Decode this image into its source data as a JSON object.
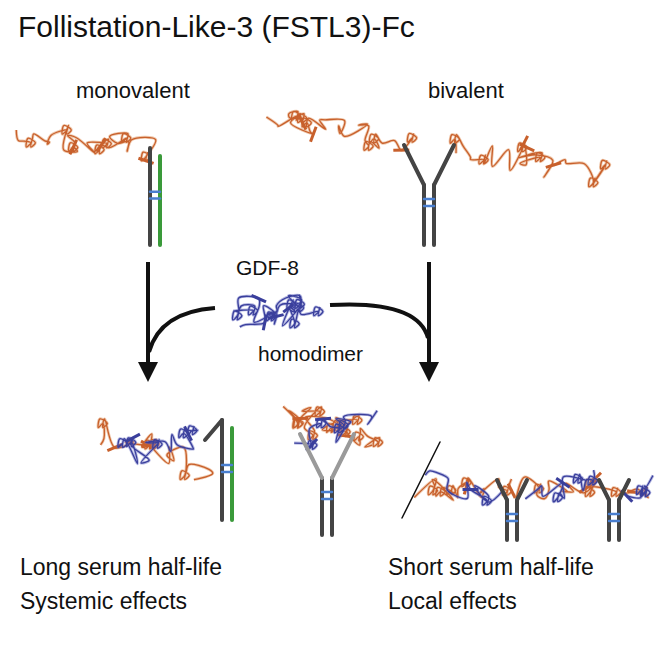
{
  "diagram": {
    "title": "Follistation-Like-3 (FSTL3)-Fc",
    "labels": [
      "monovalent",
      "bivalent",
      "GDF-8",
      "homodimer",
      "Long serum half-life",
      "Systemic effects",
      "Short serum half-life",
      "Local effects"
    ]
  }
}
